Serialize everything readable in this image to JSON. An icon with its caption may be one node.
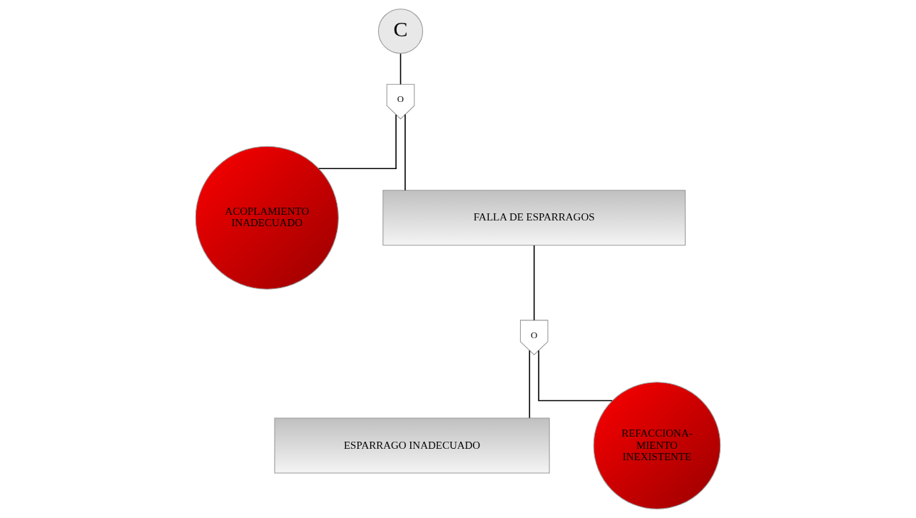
{
  "diagram": {
    "nodes": [
      {
        "text": [
          "C"
        ]
      },
      {
        "text": [
          "O"
        ]
      },
      {
        "text": [
          "ACOPLAMIENTO INADECUADO"
        ]
      },
      {
        "text": [
          "FALLA DE ESPARRAGOS"
        ]
      },
      {
        "text": [
          "O"
        ]
      },
      {
        "text": [
          "ESPARRAGO INADECUADO"
        ]
      },
      {
        "text": [
          "REFACCIONA- MIENTO INEXISTENTE"
        ]
      }
    ],
    "edges": [
      {
        "from": 0,
        "to": 1,
        "arrow": "none"
      },
      {
        "from": 1,
        "to": 2,
        "arrow": "none"
      },
      {
        "from": 1,
        "to": 3,
        "arrow": "none"
      },
      {
        "from": 3,
        "to": 4,
        "arrow": "none"
      },
      {
        "from": 4,
        "to": 5,
        "arrow": "none"
      },
      {
        "from": 4,
        "to": 6,
        "arrow": "none"
      }
    ]
  }
}
